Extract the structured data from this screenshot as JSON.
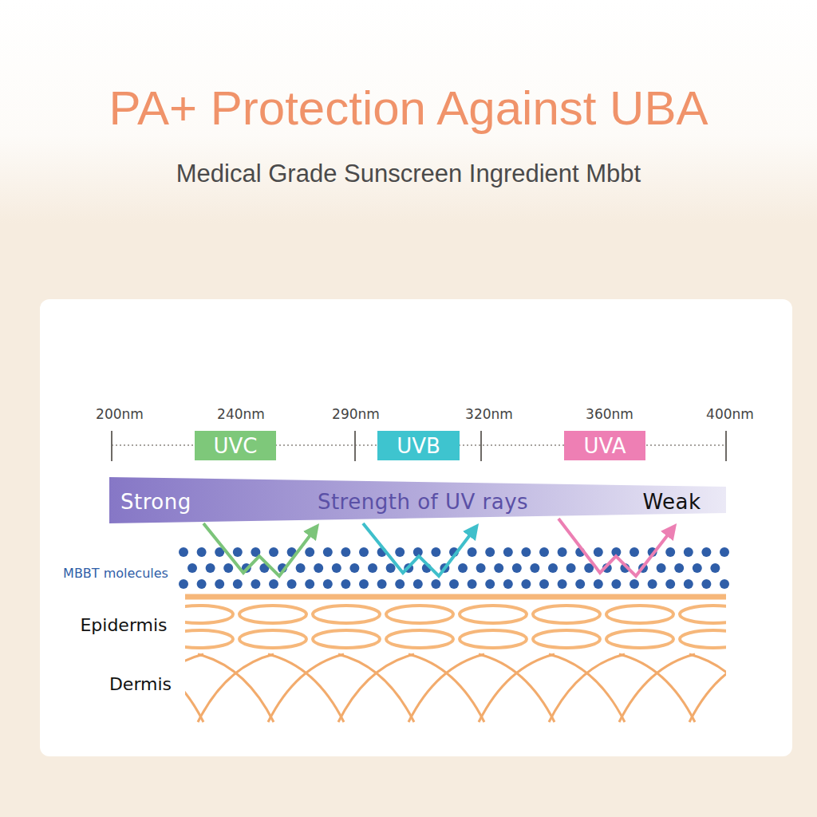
{
  "diagram": {
    "title": "PA+ Protection Against UBA",
    "nodes": [
      {
        "text": [
          "UVC"
        ]
      },
      {
        "text": [
          "UVB"
        ]
      },
      {
        "text": [
          "UVA"
        ]
      },
      {
        "text": [
          "Strong",
          "Strength of UV rays",
          "Weak"
        ]
      }
    ],
    "labels": [
      "Medical Grade Sunscreen Ingredient Mbbt",
      "200nm",
      "240nm",
      "290nm",
      "320nm",
      "360nm",
      "400nm",
      "MBBT molecules",
      "Epidermis",
      "Dermis"
    ]
  }
}
